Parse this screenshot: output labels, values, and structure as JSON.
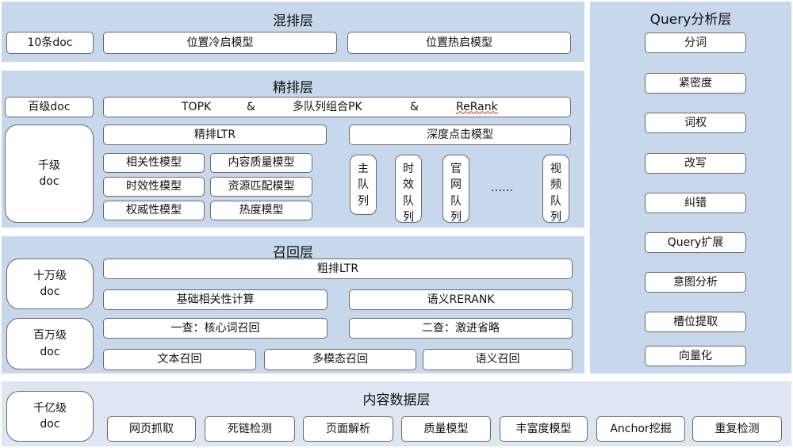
{
  "rerank_layer": {
    "title": "混排层",
    "count": "10条doc",
    "left_model": "位置冷启模型",
    "right_model": "位置热启模型"
  },
  "fine_rank_layer": {
    "title": "精排层",
    "count": "百级doc",
    "pk_bar": {
      "topk": "TOPK",
      "amp1": "&",
      "multi_queue": "多队列组合PK",
      "amp2": "&",
      "rerank": "ReRank"
    },
    "count2_line1": "千级",
    "count2_line2": "doc",
    "ltr": "精排LTR",
    "models": [
      "相关性模型",
      "内容质量模型",
      "时效性模型",
      "资源匹配模型",
      "权威性模型",
      "热度模型"
    ],
    "deep_click": "深度点击模型",
    "queues": [
      "主队列",
      "时效队列",
      "官网队列",
      "视频队列"
    ],
    "ellipsis": "……"
  },
  "recall_layer": {
    "title": "召回层",
    "count1_line1": "十万级",
    "count1_line2": "doc",
    "count2_line1": "百万级",
    "count2_line2": "doc",
    "coarse_ltr": "粗排LTR",
    "basic_relevance": "基础相关性计算",
    "semantic_rerank": "语义RERANK",
    "first_lookup": "一查：核心词召回",
    "second_lookup": "二查：激进省略",
    "recalls": [
      "文本召回",
      "多模态召回",
      "语义召回"
    ]
  },
  "query_layer": {
    "title": "Query分析层",
    "items": [
      "分词",
      "紧密度",
      "词权",
      "改写",
      "纠错",
      "Query扩展",
      "意图分析",
      "槽位提取",
      "向量化"
    ]
  },
  "content_layer": {
    "title": "内容数据层",
    "count_line1": "千亿级",
    "count_line2": "doc",
    "items": [
      "网页抓取",
      "死链检测",
      "页面解析",
      "质量模型",
      "丰富度模型",
      "Anchor挖掘",
      "重复检测"
    ]
  }
}
